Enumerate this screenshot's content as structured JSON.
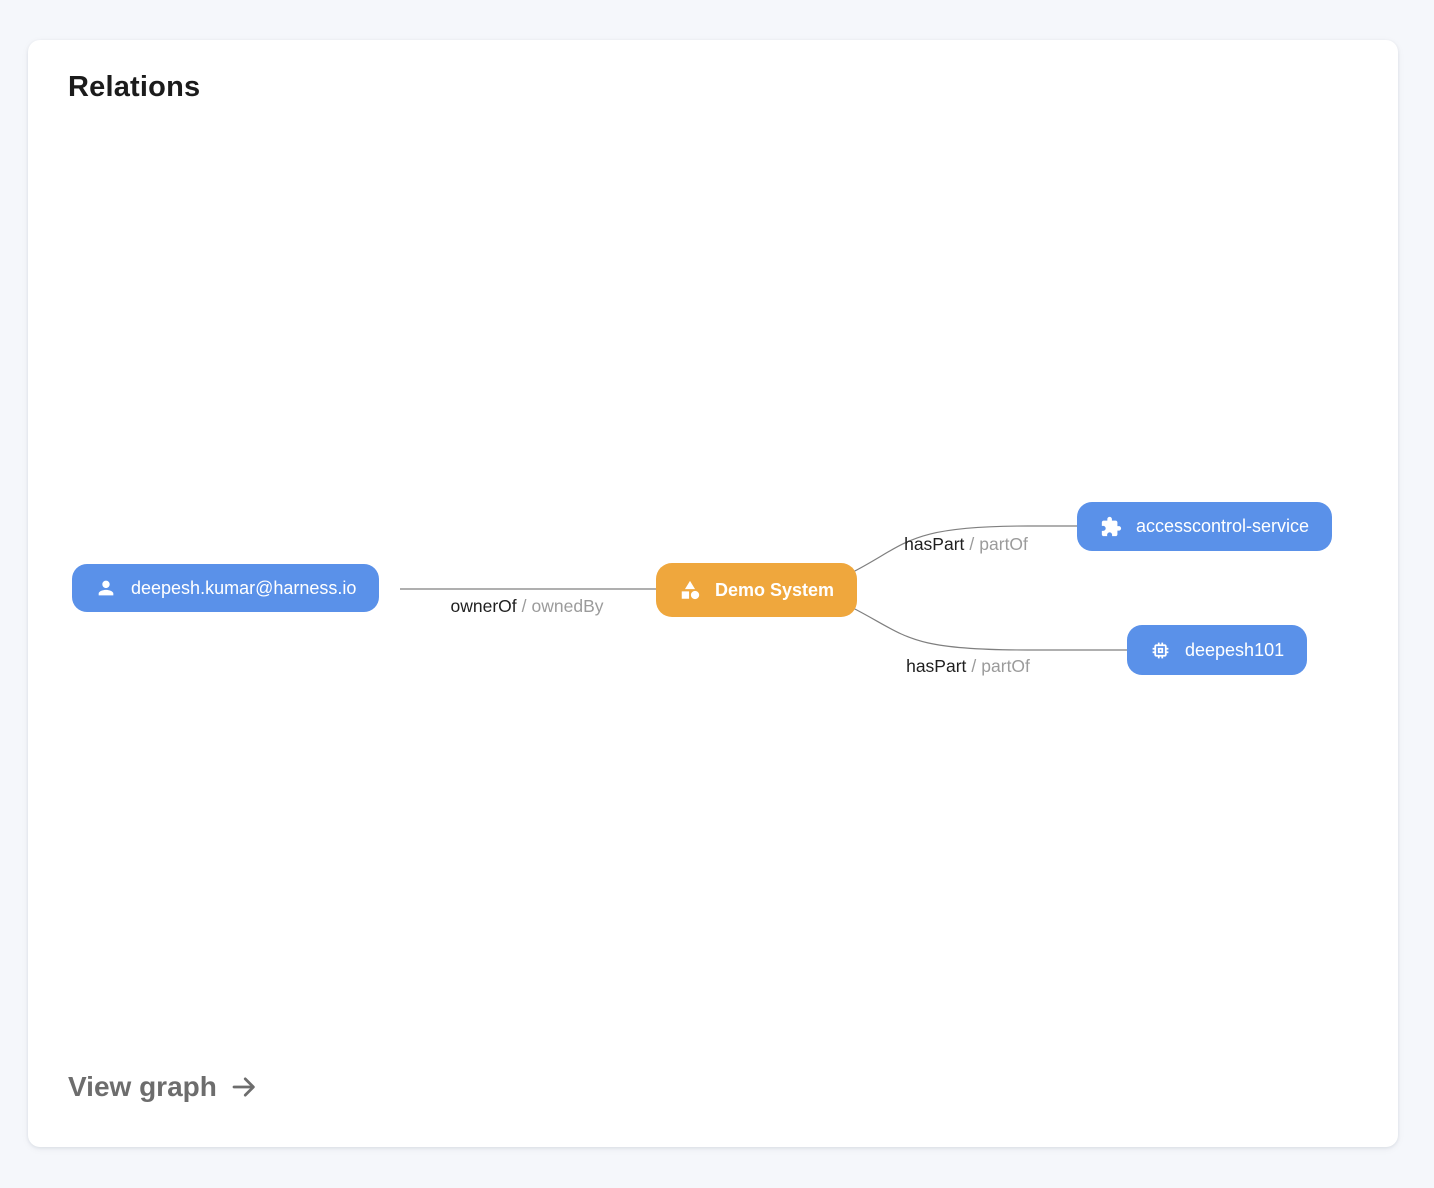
{
  "page": {
    "background_color": "#f5f7fb"
  },
  "card": {
    "title": "Relations",
    "footer_link_label": "View graph"
  },
  "colors": {
    "node_blue": "#5a91e9",
    "node_orange": "#efa73d",
    "edge": "#7f7f7f",
    "label_primary": "#1f1f1f",
    "label_secondary": "#9b9b9b",
    "footer_link": "#6d6d6d"
  },
  "graph": {
    "nodes": [
      {
        "id": "user",
        "label": "deepesh.kumar@harness.io",
        "icon": "person-icon",
        "color": "blue"
      },
      {
        "id": "system",
        "label": "Demo System",
        "icon": "category-icon",
        "color": "orange"
      },
      {
        "id": "service",
        "label": "accesscontrol-service",
        "icon": "extension-icon",
        "color": "blue"
      },
      {
        "id": "component",
        "label": "deepesh101",
        "icon": "memory-icon",
        "color": "blue"
      }
    ],
    "edges": [
      {
        "from": "user",
        "to": "system",
        "forward": "ownerOf",
        "separator": "/",
        "reverse": "ownedBy"
      },
      {
        "from": "system",
        "to": "service",
        "forward": "hasPart",
        "separator": "/",
        "reverse": "partOf"
      },
      {
        "from": "system",
        "to": "component",
        "forward": "hasPart",
        "separator": "/",
        "reverse": "partOf"
      }
    ]
  }
}
